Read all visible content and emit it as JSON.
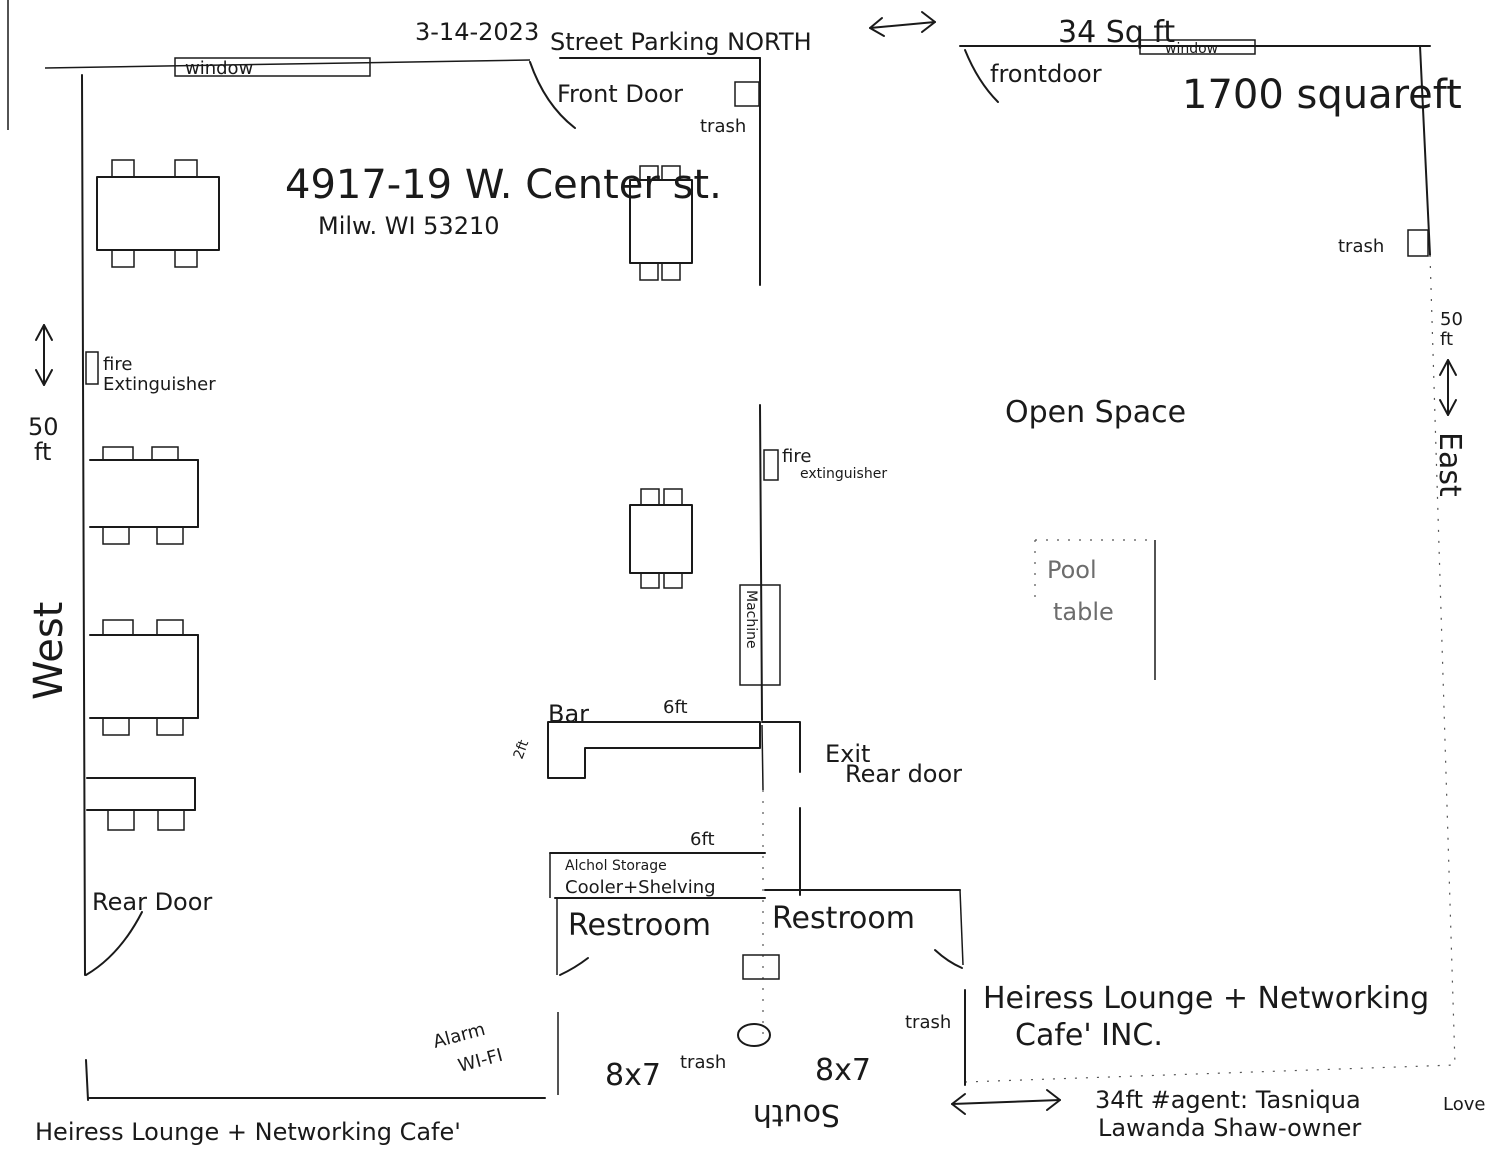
{
  "title_block": {
    "date": "3-14-2023",
    "street_label": "Street Parking NORTH",
    "address_line1": "4917-19 W. Center st.",
    "address_line2": "Milw. WI 53210",
    "top_width": "34 Sq ft",
    "area": "1700 squareft"
  },
  "rooms": {
    "open_space": "Open Space",
    "pool_table_line1": "Pool",
    "pool_table_line2": "table",
    "bar": "Bar",
    "bar_length": "6ft",
    "bar_depth": "2ft",
    "storage_length": "6ft",
    "storage_line1": "Alchol Storage",
    "storage_line2": "Cooler+Shelving",
    "restroom_left": "Restroom",
    "restroom_right": "Restroom",
    "machine": "Machine",
    "room_8x7_left": "8x7",
    "room_8x7_right": "8x7"
  },
  "labels": {
    "window_left": "window",
    "window_right": "window",
    "front_door_left": "Front Door",
    "front_door_right": "frontdoor",
    "trash_1": "trash",
    "trash_2": "trash",
    "trash_3": "trash",
    "trash_4": "trash",
    "fire_ext_left_1": "fire",
    "fire_ext_left_2": "Extinguisher",
    "fire_ext_mid_1": "fire",
    "fire_ext_mid_2": "extinguisher",
    "exit_1": "Exit",
    "exit_2": "Rear door",
    "rear_door": "Rear Door",
    "alarm_1": "Alarm",
    "alarm_2": "WI-FI",
    "west": "West",
    "west_dim_1": "50",
    "west_dim_2": "ft",
    "east_dim_1": "50",
    "east_dim_2": "ft",
    "east": "East",
    "south": "South"
  },
  "footer": {
    "business_line1": "Heiress Lounge + Networking",
    "business_line2": "Cafe' INC.",
    "bottom_left": "Heiress Lounge + Networking Cafe'",
    "agent": "34ft #agent: Tasniqua",
    "owner": "Lawanda Shaw-owner",
    "love": "Love"
  }
}
